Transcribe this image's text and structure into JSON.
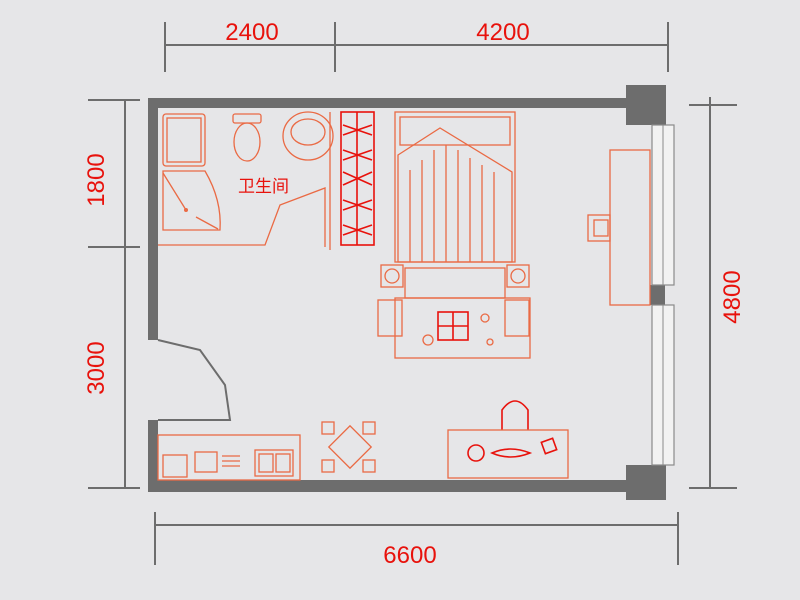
{
  "dimensions": {
    "top": [
      "2400",
      "4200"
    ],
    "left": [
      "1800",
      "3000"
    ],
    "right": "4800",
    "bottom": "6600"
  },
  "rooms": {
    "bathroom": "卫生间"
  },
  "colors": {
    "background": "#e6e6e8",
    "wall": "#6d6d6d",
    "dimension_text": "#e8120c",
    "furniture": "#ea6a44"
  }
}
